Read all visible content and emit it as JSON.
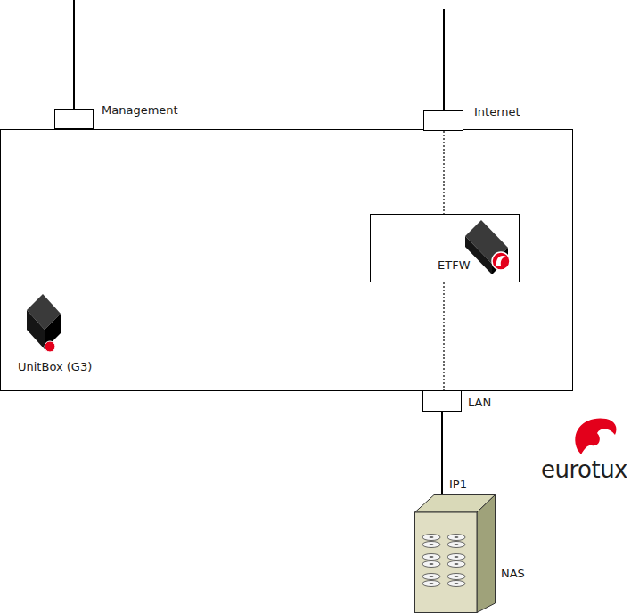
{
  "diagram": {
    "nodes": [
      {
        "text": [
          "UnitBox (G3)"
        ]
      },
      {
        "text": [
          "Management"
        ]
      },
      {
        "text": [
          "Internet"
        ]
      },
      {
        "text": [
          "ETFW"
        ],
        "in": 0
      },
      {
        "text": [
          "LAN"
        ]
      },
      {
        "text": [
          "NAS"
        ]
      }
    ],
    "edges": [
      {
        "from": 2,
        "to": 3,
        "arrow": "none"
      },
      {
        "from": 3,
        "to": 4,
        "arrow": "none"
      },
      {
        "from": 4,
        "to": 5,
        "label": "IP1",
        "arrow": "none"
      }
    ],
    "labels": [
      "eurotux"
    ]
  }
}
